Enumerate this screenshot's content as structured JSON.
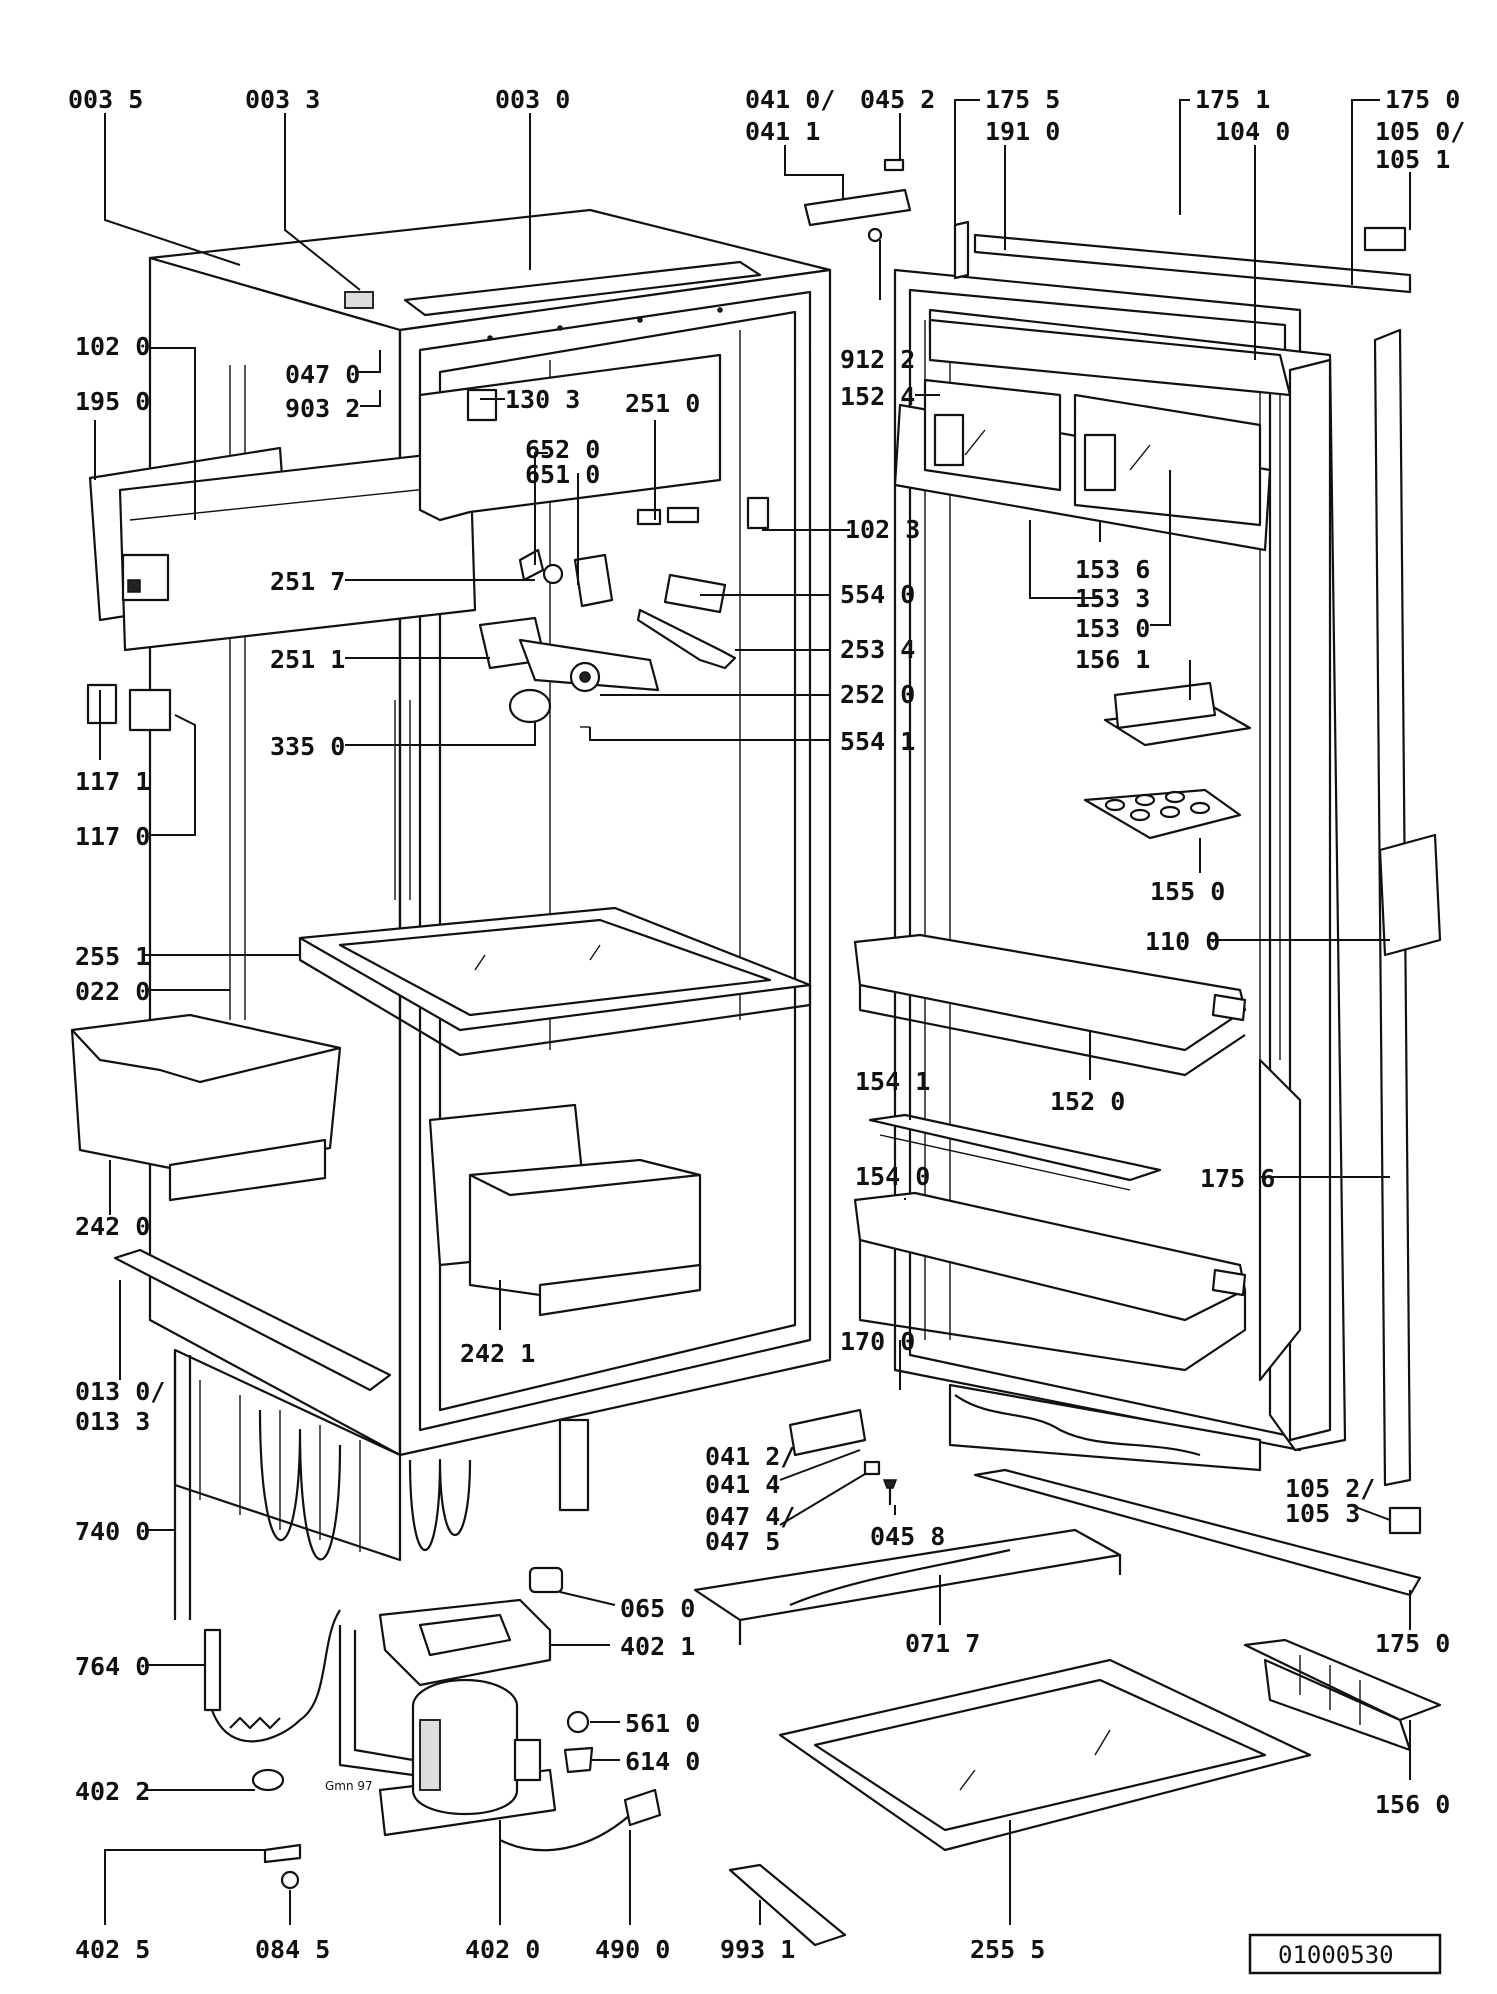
{
  "labels": {
    "l0035": "003 5",
    "l0033": "003 3",
    "l0030": "003 0",
    "l0410": "041 0/",
    "l0411": "041 1",
    "l0452": "045 2",
    "l1755a": "175 5",
    "l1910": "191 0",
    "l1751": "175 1",
    "l1040": "104 0",
    "l1750a": "175 0",
    "l1050": "105 0/",
    "l1051": "105 1",
    "l1020": "102 0",
    "l1950": "195 0",
    "l0470": "047 0",
    "l9032": "903 2",
    "l1303": "130 3",
    "l2510": "251 0",
    "l6520": "652 0",
    "l6510": "651 0",
    "l9122": "912 2",
    "l1524": "152 4",
    "l1023": "102 3",
    "l2517": "251 7",
    "l5540": "554 0",
    "l2511": "251 1",
    "l2534": "253 4",
    "l2520": "252 0",
    "l3350": "335 0",
    "l5541": "554 1",
    "l1536": "153 6",
    "l1533": "153 3",
    "l1530": "153 0",
    "l1561": "156 1",
    "l1171": "117 1",
    "l1170": "117 0",
    "l1550": "155 0",
    "l1100": "110 0",
    "l2551": "255 1",
    "l0220": "022 0",
    "l1520": "152 0",
    "l1541": "154 1",
    "l1540": "154 0",
    "l1756": "175 6",
    "l2420": "242 0",
    "l2421": "242 1",
    "l1700": "170 0",
    "l0130": "013 0/",
    "l0133": "013 3",
    "l0412": "041 2/",
    "l0414": "041 4",
    "l0474": "047 4/",
    "l0475": "047 5",
    "l0458": "045 8",
    "l1052": "105 2/",
    "l1053": "105 3",
    "l7400": "740 0",
    "l0650": "065 0",
    "l0717": "071 7",
    "l1750b": "175 0",
    "l7640": "764 0",
    "l4021": "402 1",
    "l5610": "561 0",
    "l6140": "614 0",
    "l4022": "402 2",
    "l1560": "156 0",
    "l4025": "402 5",
    "l0845": "084 5",
    "l4020": "402 0",
    "l4900": "490 0",
    "l9931": "993 1",
    "l2555": "255 5"
  },
  "document_number": "01000530",
  "sketch_signature": "Gmn 97"
}
